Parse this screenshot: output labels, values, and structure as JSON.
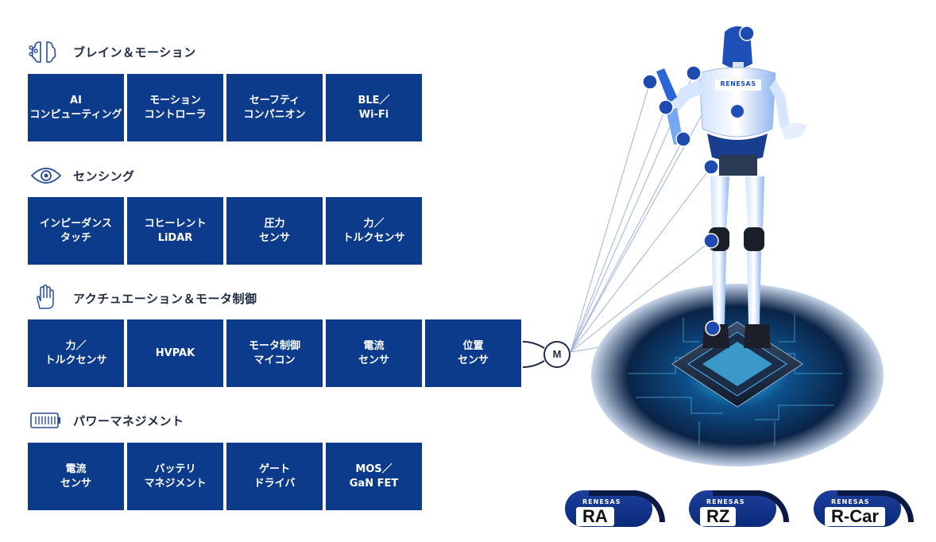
{
  "sections": [
    {
      "title": "ブレイン＆モーション",
      "icon": "brain-icon",
      "tiles": [
        [
          "AI",
          "コンピューティング"
        ],
        [
          "モーション",
          "コントローラ"
        ],
        [
          "セーフティ",
          "コンパニオン"
        ],
        [
          "BLE／",
          "Wi-Fi"
        ]
      ]
    },
    {
      "title": "センシング",
      "icon": "eye-icon",
      "tiles": [
        [
          "インピーダンス",
          "タッチ"
        ],
        [
          "コヒーレント",
          "LiDAR"
        ],
        [
          "圧力",
          "センサ"
        ],
        [
          "力／",
          "トルクセンサ"
        ]
      ]
    },
    {
      "title": "アクチュエーション＆モータ制御",
      "icon": "hand-icon",
      "tiles": [
        [
          "力／",
          "トルクセンサ"
        ],
        [
          "HVPAK"
        ],
        [
          "モータ制御",
          "マイコン"
        ],
        [
          "電流",
          "センサ"
        ],
        [
          "位置",
          "センサ"
        ]
      ]
    },
    {
      "title": "パワーマネジメント",
      "icon": "battery-icon",
      "tiles": [
        [
          "電流",
          "センサ"
        ],
        [
          "バッテリ",
          "マネジメント"
        ],
        [
          "ゲート",
          "ドライバ"
        ],
        [
          "MOS／",
          "GaN FET"
        ]
      ]
    }
  ],
  "motor_label": "M",
  "robot_logo": "RENESAS",
  "brands": [
    {
      "corp": "RENESAS",
      "product": "RA"
    },
    {
      "corp": "RENESAS",
      "product": "RZ"
    },
    {
      "corp": "RENESAS",
      "product": "R-Car"
    }
  ],
  "colors": {
    "tile": "#0b3b8a",
    "text_dark": "#1f2a44",
    "line": "#8fa8d8"
  }
}
